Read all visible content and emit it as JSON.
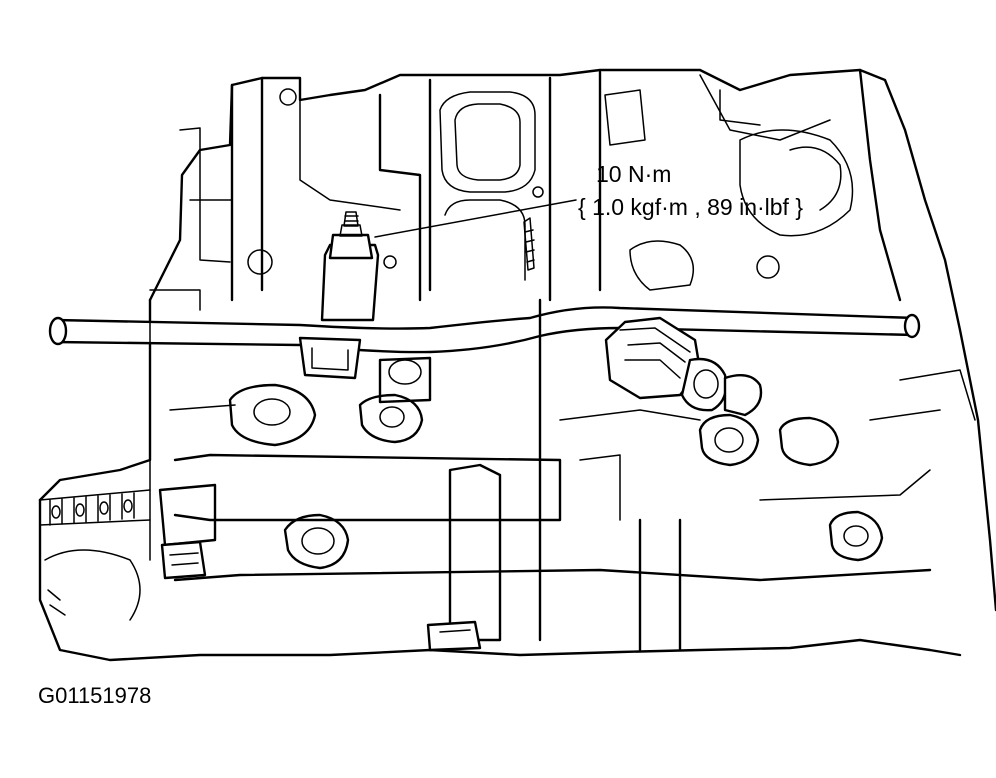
{
  "callout": {
    "torque_line1": "10 N·m",
    "torque_line2": "{ 1.0 kgf·m , 89 in·lbf }"
  },
  "figure_id": "G01151978",
  "colors": {
    "ink": "#000000",
    "paper": "#ffffff"
  }
}
